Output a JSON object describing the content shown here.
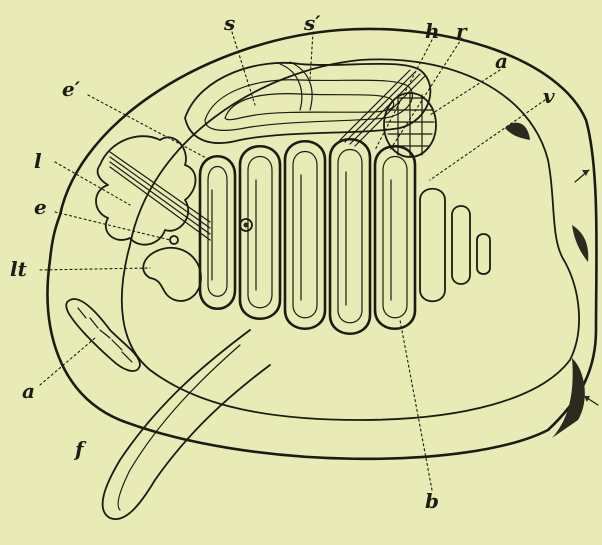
{
  "figure": {
    "labels": {
      "s": "s",
      "s_prime": "s′",
      "h": "h",
      "r": "r",
      "a_top": "a",
      "v": "v",
      "e_prime": "e′",
      "l": "l",
      "e": "e",
      "lt": "lt",
      "a_left": "a",
      "f": "f",
      "b": "b"
    }
  }
}
